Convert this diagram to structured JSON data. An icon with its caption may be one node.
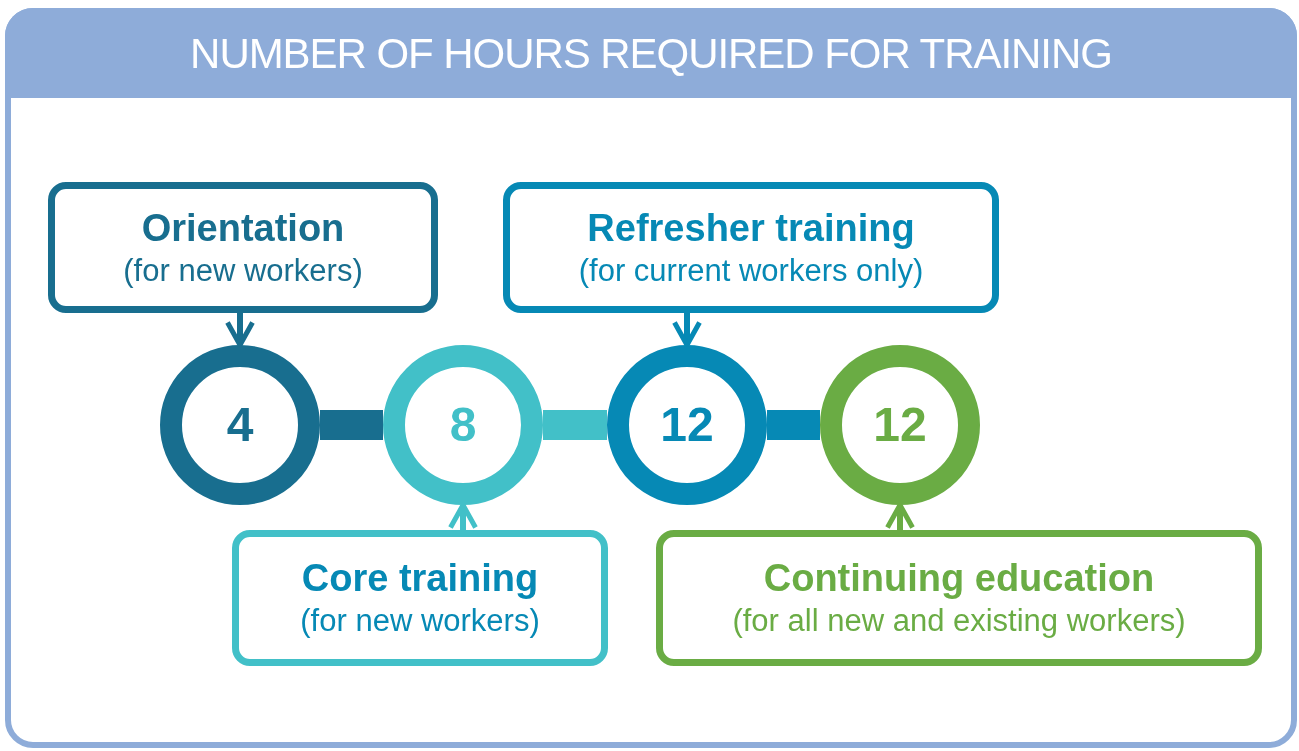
{
  "diagram": {
    "title": "NUMBER OF HOURS REQUIRED FOR TRAINING",
    "nodes": [
      {
        "text": [
          "Orientation",
          "(for new workers)"
        ]
      },
      {
        "text": [
          "Refresher training",
          "(for current workers only)"
        ]
      },
      {
        "text": [
          "4"
        ]
      },
      {
        "text": [
          "8"
        ]
      },
      {
        "text": [
          "12"
        ]
      },
      {
        "text": [
          "12"
        ]
      },
      {
        "text": [
          "Core training",
          "(for new workers)"
        ]
      },
      {
        "text": [
          "Continuing education",
          "(for all new and existing workers)"
        ]
      }
    ],
    "edges": [
      {
        "from": 0,
        "to": 2,
        "arrow": "to",
        "color": "#186e8f"
      },
      {
        "from": 1,
        "to": 4,
        "arrow": "to",
        "color": "#0689b5"
      },
      {
        "from": 6,
        "to": 3,
        "arrow": "to",
        "color": "#42c0c8"
      },
      {
        "from": 7,
        "to": 5,
        "arrow": "to",
        "color": "#6aac44"
      },
      {
        "from": 2,
        "to": 3,
        "arrow": "none",
        "style": "thick",
        "color": "#186e8f"
      },
      {
        "from": 3,
        "to": 4,
        "arrow": "none",
        "style": "thick",
        "color": "#42c0c8"
      },
      {
        "from": 4,
        "to": 5,
        "arrow": "none",
        "style": "thick",
        "color": "#0689b5"
      }
    ]
  }
}
